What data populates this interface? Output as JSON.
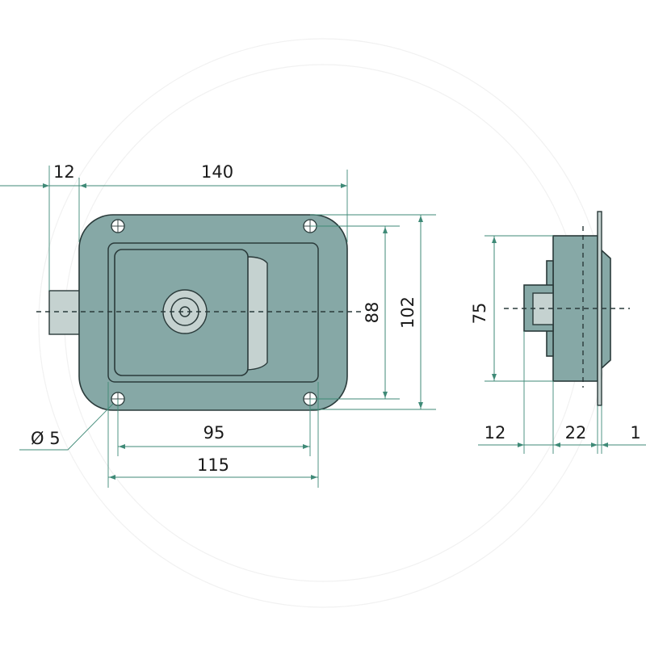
{
  "drawing": {
    "title": "Paddle handle lock - technical dimension drawing",
    "colors": {
      "body": "#86a8a6",
      "light_part": "#c5d2d0",
      "outline": "#2a3a3a",
      "dimension_line": "#3f8a77",
      "background": "#ffffff"
    },
    "front_view": {
      "dimensions": {
        "bolt_projection": "12",
        "overall_width": "140",
        "hole_spacing_vertical": "88",
        "overall_height": "102",
        "hole_spacing_horizontal": "95",
        "frame_width": "115",
        "hole_diameter": "Ø 5"
      }
    },
    "side_view": {
      "dimensions": {
        "body_height": "75",
        "bolt_depth": "12",
        "body_depth": "22",
        "flange_thickness": "1"
      }
    }
  }
}
